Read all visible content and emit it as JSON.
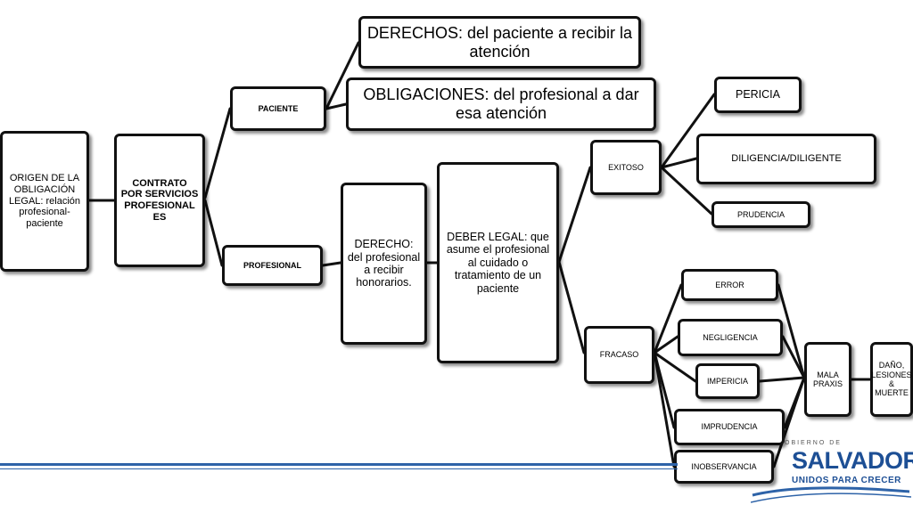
{
  "diagram": {
    "nodes": {
      "origen": "ORIGEN DE LA OBLIGACIÓN LEGAL: relación profesional-paciente",
      "contrato": "CONTRATO POR SERVICIOS PROFESIONAL ES",
      "paciente": "PACIENTE",
      "profesional": "PROFESIONAL",
      "derechos": "DERECHOS: del paciente a recibir la atención",
      "obligaciones": "OBLIGACIONES: del profesional a dar esa atención",
      "derecho": "DERECHO: del profesional a recibir honorarios.",
      "deber": "DEBER LEGAL: que asume el profesional al cuidado o tratamiento de un paciente",
      "exitoso": "EXITOSO",
      "fracaso": "FRACASO",
      "pericia": "PERICIA",
      "diligencia": "DILIGENCIA/DILIGENTE",
      "prudencia": "PRUDENCIA",
      "error": "ERROR",
      "negligencia": "NEGLIGENCIA",
      "impericia": "IMPERICIA",
      "imprudencia": "IMPRUDENCIA",
      "inobservancia": "INOBSERVANCIA",
      "mala_praxis": "MALA PRAXIS",
      "dano": "DAÑO, LESIONES & MUERTE"
    }
  },
  "logo": {
    "top": "OBIERNO DE",
    "main": "SALVADOR",
    "sub": "UNIDOS PARA CRECER"
  },
  "colors": {
    "stripe": "#2e63a8",
    "logo": "#1d4f95",
    "border": "#111111"
  }
}
